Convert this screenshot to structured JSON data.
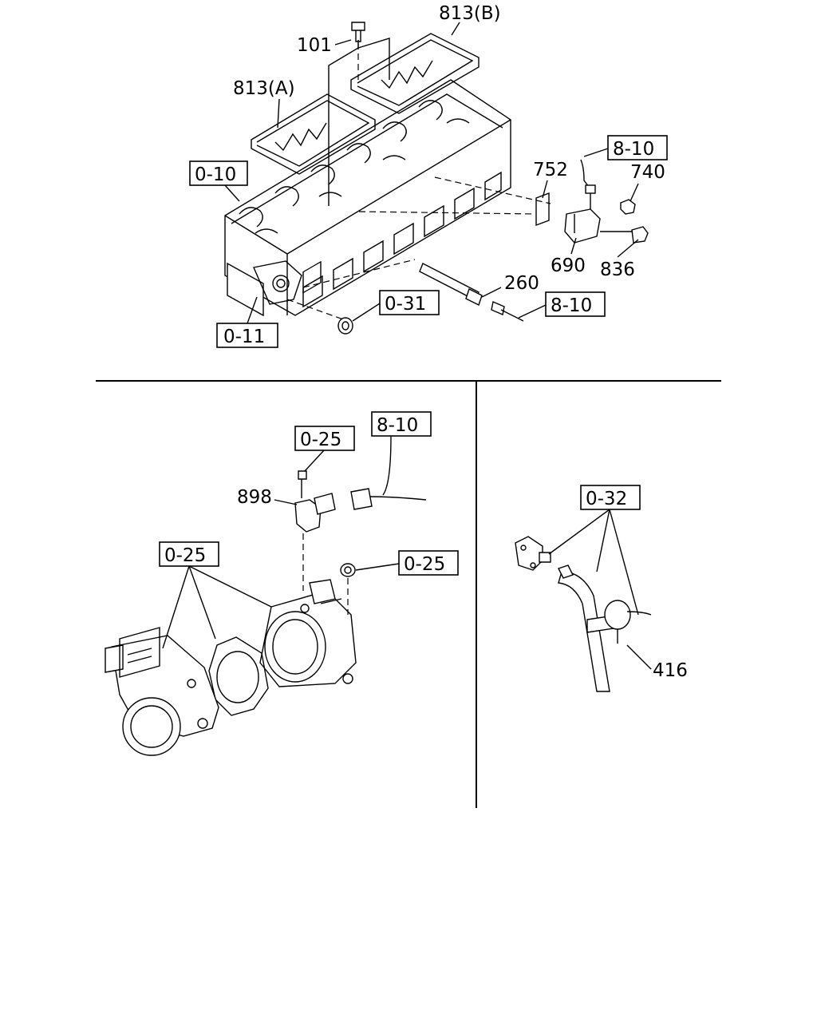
{
  "callouts": {
    "p101": "101",
    "p813a": "813(A)",
    "p813b": "813(B)",
    "p752": "752",
    "p740": "740",
    "p690": "690",
    "p836": "836",
    "p260": "260",
    "p898": "898",
    "p416": "416"
  },
  "refs": {
    "r010": "0-10",
    "r011": "0-11",
    "r031": "0-31",
    "r810a": "8-10",
    "r810b": "8-10",
    "r810c": "8-10",
    "r025a": "0-25",
    "r025b": "0-25",
    "r025c": "0-25",
    "r032": "0-32"
  }
}
